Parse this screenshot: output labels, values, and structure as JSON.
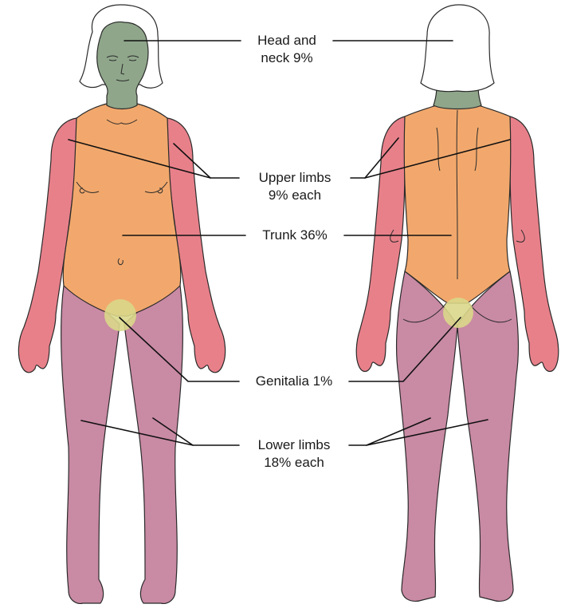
{
  "colors": {
    "head_neck": "#8fa68a",
    "upper_limbs": "#e8808a",
    "trunk": "#f2a86c",
    "genitalia": "#d9d78a",
    "lower_limbs": "#c98aa4",
    "outline": "#2b2b2b",
    "leader_line": "#111111"
  },
  "labels": {
    "head_neck": [
      "Head and",
      "neck 9%"
    ],
    "upper_limbs": [
      "Upper limbs",
      "9% each"
    ],
    "trunk": [
      "Trunk 36%"
    ],
    "genitalia": [
      "Genitalia 1%"
    ],
    "lower_limbs": [
      "Lower limbs",
      "18% each"
    ]
  }
}
